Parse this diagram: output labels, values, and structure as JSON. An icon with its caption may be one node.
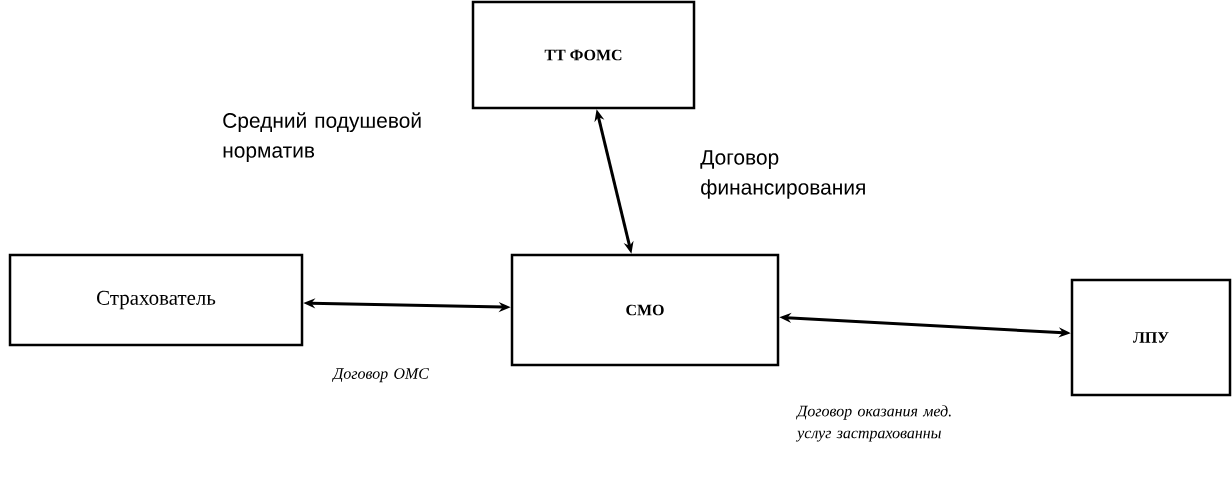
{
  "diagram": {
    "nodes": [
      {
        "text": [
          "ТТ ФОМС"
        ]
      },
      {
        "text": [
          "Страхователь"
        ]
      },
      {
        "text": [
          "СМО"
        ]
      },
      {
        "text": [
          "ЛПУ"
        ]
      }
    ],
    "edges": [
      {
        "from": 0,
        "to": 2,
        "arrow": "both",
        "label": "Договор финансирования"
      },
      {
        "from": 1,
        "to": 2,
        "arrow": "both",
        "label": "Договор ОМС"
      },
      {
        "from": 2,
        "to": 3,
        "arrow": "both",
        "label": "Договор оказания мед. услуг застрахованны"
      }
    ],
    "labels": [
      "Средний подушевой норматив"
    ]
  }
}
